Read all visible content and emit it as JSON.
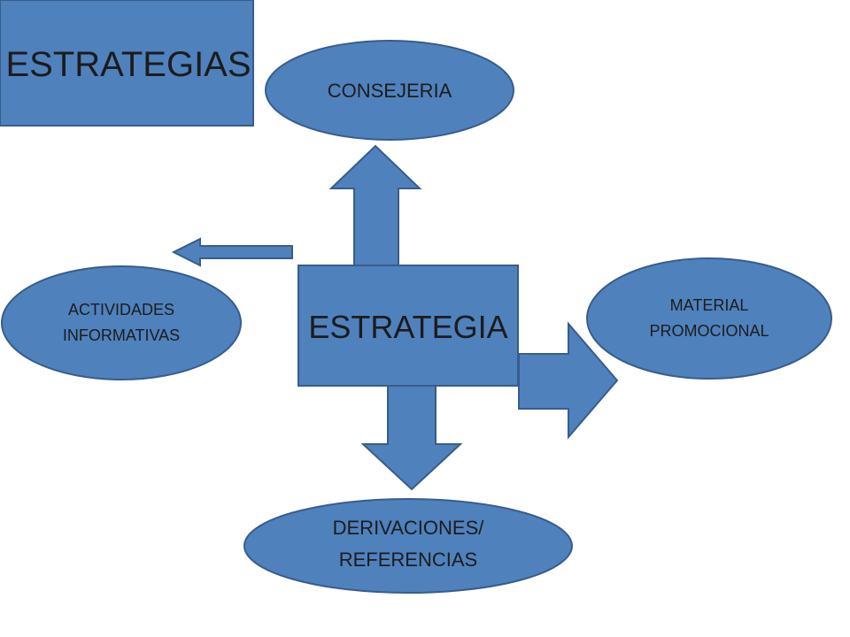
{
  "title_box": {
    "label": "ESTRATEGIAS"
  },
  "center_box": {
    "label": "ESTRATEGIA"
  },
  "nodes": {
    "consejeria": {
      "label": "CONSEJERIA"
    },
    "actividades": {
      "line1": "ACTIVIDADES",
      "line2": "INFORMATIVAS"
    },
    "material": {
      "line1": "MATERIAL",
      "line2": "PROMOCIONAL"
    },
    "derivaciones": {
      "line1": "DERIVACIONES/",
      "line2": "REFERENCIAS"
    }
  },
  "colors": {
    "fill": "#4f81bd",
    "stroke": "#385d8a",
    "title_text": "#1c1c1c",
    "node_text": "#1c1c1c"
  }
}
